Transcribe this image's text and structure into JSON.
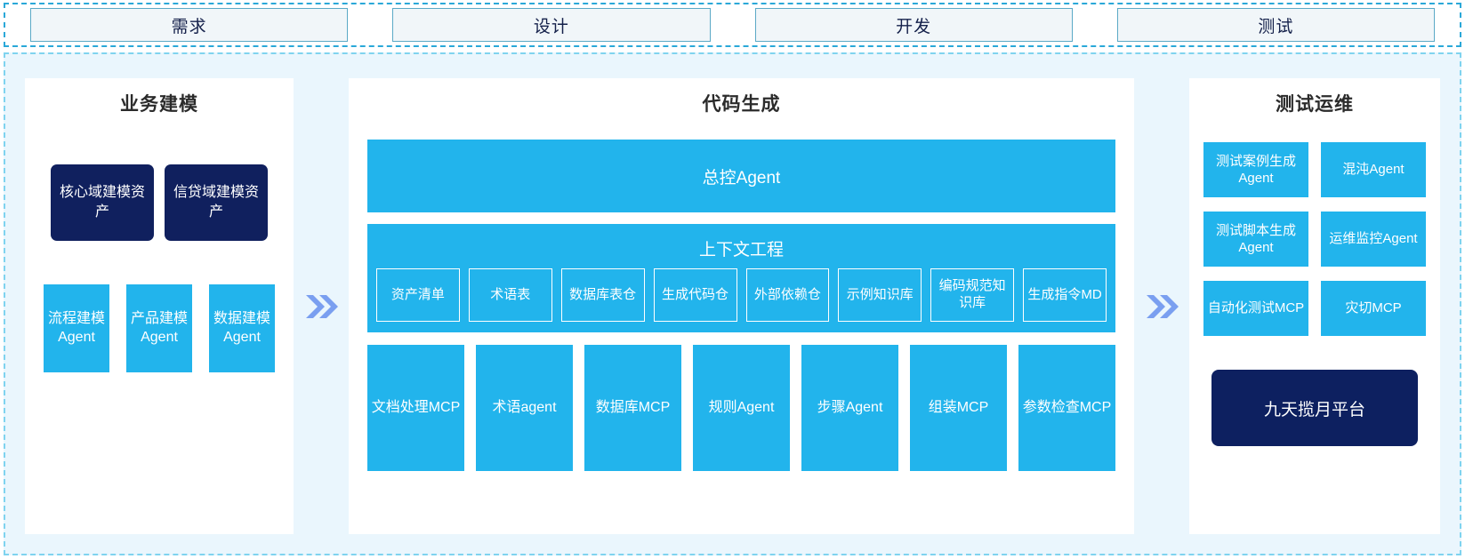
{
  "phases": [
    {
      "label": "需求"
    },
    {
      "label": "设计"
    },
    {
      "label": "开发"
    },
    {
      "label": "测试"
    }
  ],
  "colors": {
    "accent_blue": "#22b4ec",
    "navy": "#10205e",
    "arrow_blue": "#7a9ff0",
    "canvas_bg": "#eaf6fd",
    "phase_border": "#5ba9c6"
  },
  "left_panel": {
    "title": "业务建模",
    "assets": [
      {
        "label": "核心域建模资产"
      },
      {
        "label": "信贷域建模资产"
      }
    ],
    "agents": [
      {
        "label": "流程建模Agent"
      },
      {
        "label": "产品建模Agent"
      },
      {
        "label": "数据建模Agent"
      }
    ]
  },
  "arrows": [
    {
      "name": "arrow-left-to-center",
      "glyph": "»"
    },
    {
      "name": "arrow-center-to-right",
      "glyph": "»"
    }
  ],
  "center_panel": {
    "title": "代码生成",
    "master_agent": "总控Agent",
    "context_engineering": {
      "title": "上下文工程",
      "chips": [
        {
          "label": "资产清单"
        },
        {
          "label": "术语表"
        },
        {
          "label": "数据库表仓"
        },
        {
          "label": "生成代码仓"
        },
        {
          "label": "外部依赖仓"
        },
        {
          "label": "示例知识库"
        },
        {
          "label": "编码规范知识库"
        },
        {
          "label": "生成指令MD"
        }
      ]
    },
    "tools": [
      {
        "label": "文档处理MCP"
      },
      {
        "label": "术语agent"
      },
      {
        "label": "数据库MCP"
      },
      {
        "label": "规则Agent"
      },
      {
        "label": "步骤Agent"
      },
      {
        "label": "组装MCP"
      },
      {
        "label": "参数检查MCP"
      }
    ]
  },
  "right_panel": {
    "title": "测试运维",
    "cells": [
      {
        "label": "测试案例生成Agent"
      },
      {
        "label": "混沌Agent"
      },
      {
        "label": "测试脚本生成Agent"
      },
      {
        "label": "运维监控Agent"
      },
      {
        "label": "自动化测试MCP"
      },
      {
        "label": "灾切MCP"
      }
    ],
    "platform": "九天揽月平台"
  }
}
